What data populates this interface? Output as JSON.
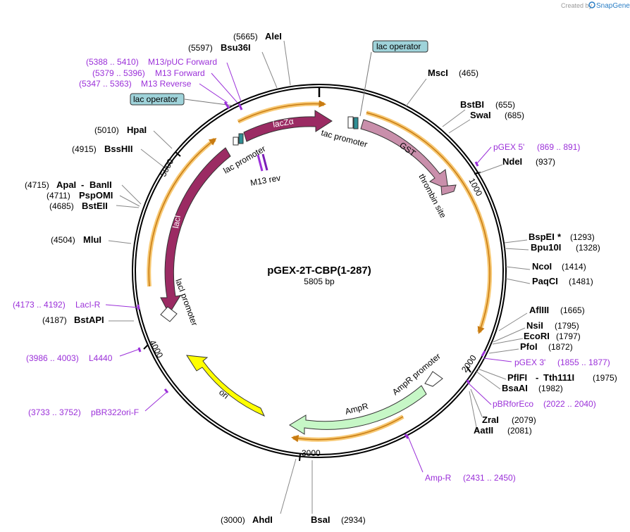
{
  "credit": {
    "prefix": "Created by",
    "brand": "SnapGene"
  },
  "plasmid": {
    "name": "pGEX-2T-CBP(1-287)",
    "size": "5805 bp"
  },
  "ticks": [
    "1000",
    "2000",
    "3000",
    "4000",
    "5000"
  ],
  "sites": {
    "alei": {
      "name": "AleI",
      "pos": "(5665)"
    },
    "bsu36i": {
      "name": "Bsu36I",
      "pos": "(5597)"
    },
    "msci": {
      "name": "MscI",
      "pos": "(465)"
    },
    "bstbi": {
      "name": "BstBI",
      "pos": "(655)"
    },
    "swai": {
      "name": "SwaI",
      "pos": "(685)"
    },
    "ndei": {
      "name": "NdeI",
      "pos": "(937)"
    },
    "bspei": {
      "name": "BspEI",
      "star": "*",
      "pos": "(1293)"
    },
    "bpu10i": {
      "name": "Bpu10I",
      "pos": "(1328)"
    },
    "ncoi": {
      "name": "NcoI",
      "pos": "(1414)"
    },
    "paqci": {
      "name": "PaqCI",
      "pos": "(1481)"
    },
    "aflii": {
      "name": "AflIII",
      "pos": "(1665)"
    },
    "nsii": {
      "name": "NsiI",
      "pos": "(1795)"
    },
    "ecori": {
      "name": "EcoRI",
      "pos": "(1797)"
    },
    "pfoi": {
      "name": "PfoI",
      "pos": "(1872)"
    },
    "pflfi": {
      "name": "PflFI",
      "sep": " - ",
      "name2": "Tth111I",
      "pos": "(1975)"
    },
    "bsaai": {
      "name": "BsaAI",
      "pos": "(1982)"
    },
    "zrai": {
      "name": "ZraI",
      "pos": "(2079)"
    },
    "aatii": {
      "name": "AatII",
      "pos": "(2081)"
    },
    "ahdi": {
      "name": "AhdI",
      "pos": "(3000)"
    },
    "bsai": {
      "name": "BsaI",
      "pos": "(2934)"
    },
    "bstapi": {
      "name": "BstAPI",
      "pos": "(4187)"
    },
    "mlui": {
      "name": "MluI",
      "pos": "(4504)"
    },
    "apai": {
      "name": "ApaI",
      "sep": " - ",
      "name2": "BanII",
      "pos": "(4715)"
    },
    "pspomi": {
      "name": "PspOMI",
      "pos": "(4711)"
    },
    "bsteii": {
      "name": "BstEII",
      "pos": "(4685)"
    },
    "bsshii": {
      "name": "BssHII",
      "pos": "(4915)"
    },
    "hpai": {
      "name": "HpaI",
      "pos": "(5010)"
    }
  },
  "primers": {
    "m13puc": {
      "range": "(5388 .. 5410)",
      "name": "M13/pUC Forward"
    },
    "m13fwd": {
      "range": "(5379 .. 5396)",
      "name": "M13 Forward"
    },
    "m13rev": {
      "range": "(5347 .. 5363)",
      "name": "M13 Reverse"
    },
    "pgex5": {
      "name": "pGEX 5'",
      "range": "(869 .. 891)"
    },
    "pgex3": {
      "name": "pGEX 3'",
      "range": "(1855 .. 1877)"
    },
    "pbrfor": {
      "name": "pBRforEco",
      "range": "(2022 .. 2040)"
    },
    "ampr": {
      "name": "Amp-R",
      "range": "(2431 .. 2450)"
    },
    "laciR": {
      "range": "(4173 .. 4192)",
      "name": "LacI-R"
    },
    "l4440": {
      "range": "(3986 .. 4003)",
      "name": "L4440"
    },
    "pbr322": {
      "range": "(3733 .. 3752)",
      "name": "pBR322ori-F"
    }
  },
  "features": {
    "lacOpTop": "lac operator",
    "lacOpLeft": "lac operator",
    "lacZa": "lacZα",
    "lacPromoter": "lac promoter",
    "m13revSite": "M13 rev",
    "tacPromoter": "tac promoter",
    "gst": "GST",
    "thrombin": "thrombin site",
    "lacI": "lacI",
    "lacIPromoter": "lacI promoter",
    "ori": "ori",
    "ampR": "AmpR",
    "ampRPromoter": "AmpR promoter"
  },
  "colors": {
    "lacI": "#9b2b63",
    "lacZa": "#9b2b63",
    "gst": "#c98fab",
    "ori": "#ffff00",
    "ampR": "#c6f7c6",
    "primer": "#9b30d9",
    "highlight": "#f7c873",
    "orf": "#c87b12",
    "operatorBox": "#9fd3da"
  }
}
